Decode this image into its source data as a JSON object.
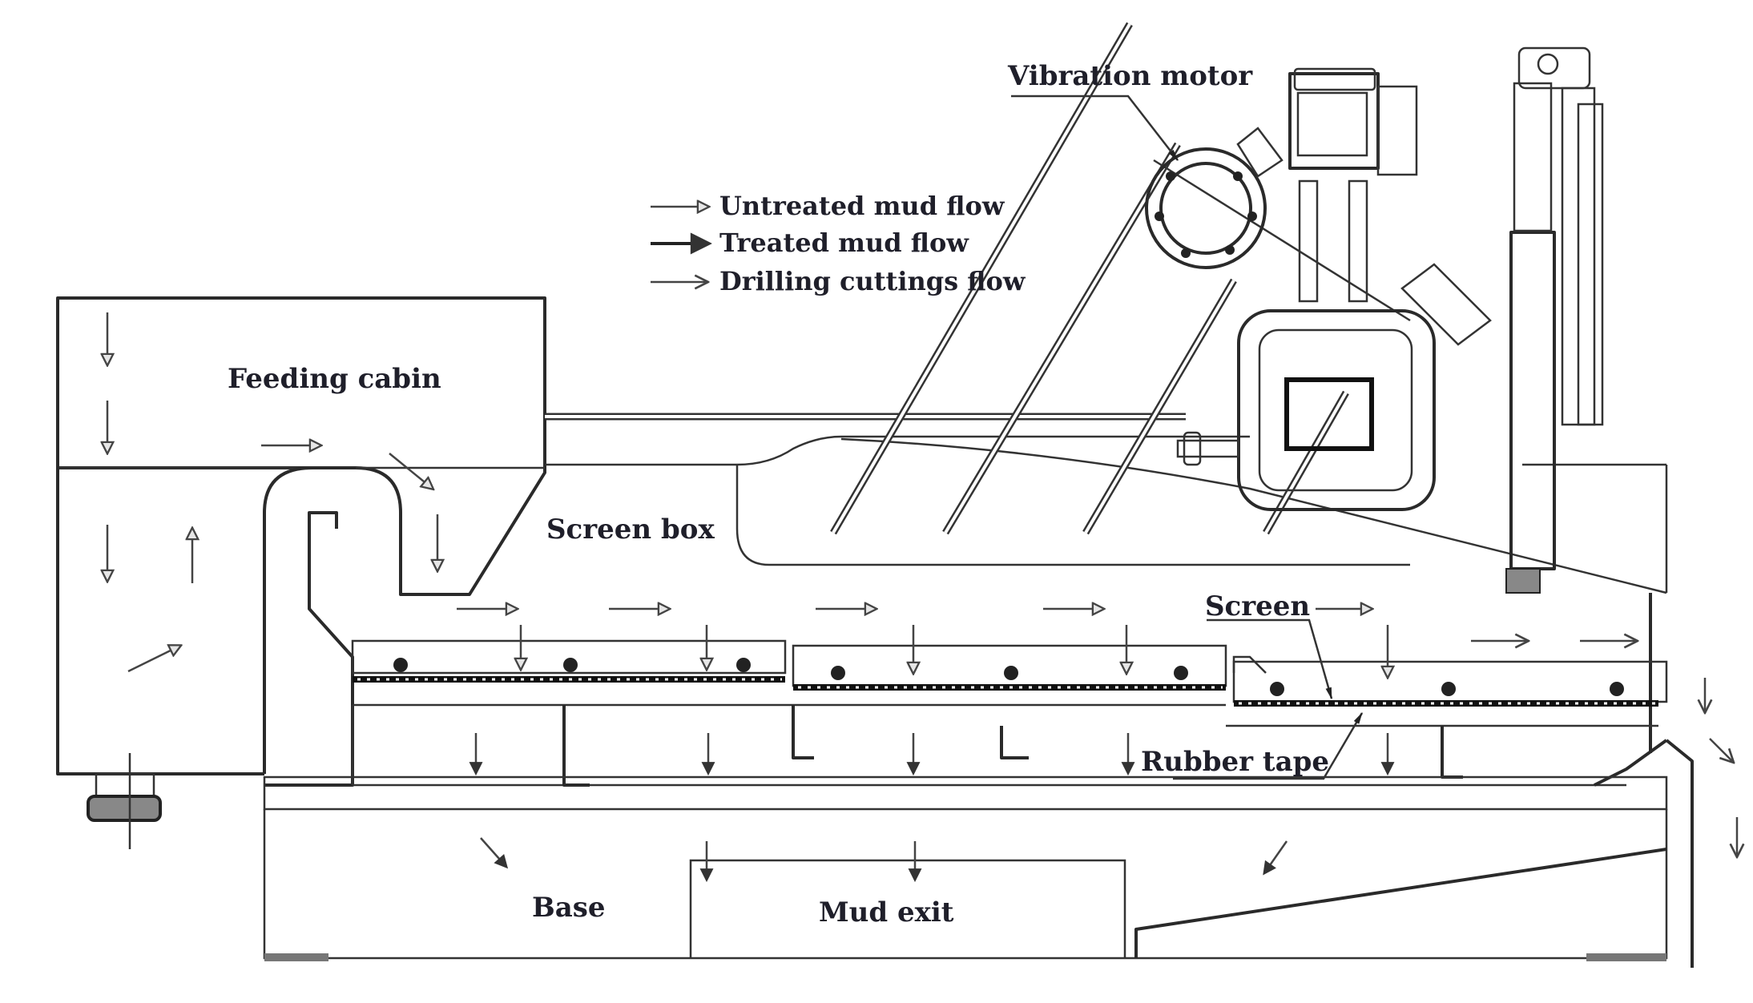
{
  "figure": {
    "type": "schematic",
    "subject": "Drilling mud shale shaker"
  },
  "labels": {
    "vibration_motor": "Vibration motor",
    "feeding_cabin": "Feeding cabin",
    "screen_box": "Screen box",
    "screen": "Screen",
    "rubber_tape": "Rubber tape",
    "base": "Base",
    "mud_exit": "Mud exit"
  },
  "legend": {
    "items": [
      {
        "label": "Untreated mud flow",
        "arrow_style": "open-triangle"
      },
      {
        "label": "Treated mud flow",
        "arrow_style": "solid-triangle"
      },
      {
        "label": "Drilling cuttings flow",
        "arrow_style": "v-head"
      }
    ]
  },
  "colors": {
    "line": "#222222",
    "text": "#1f1f2a",
    "background": "#ffffff"
  }
}
